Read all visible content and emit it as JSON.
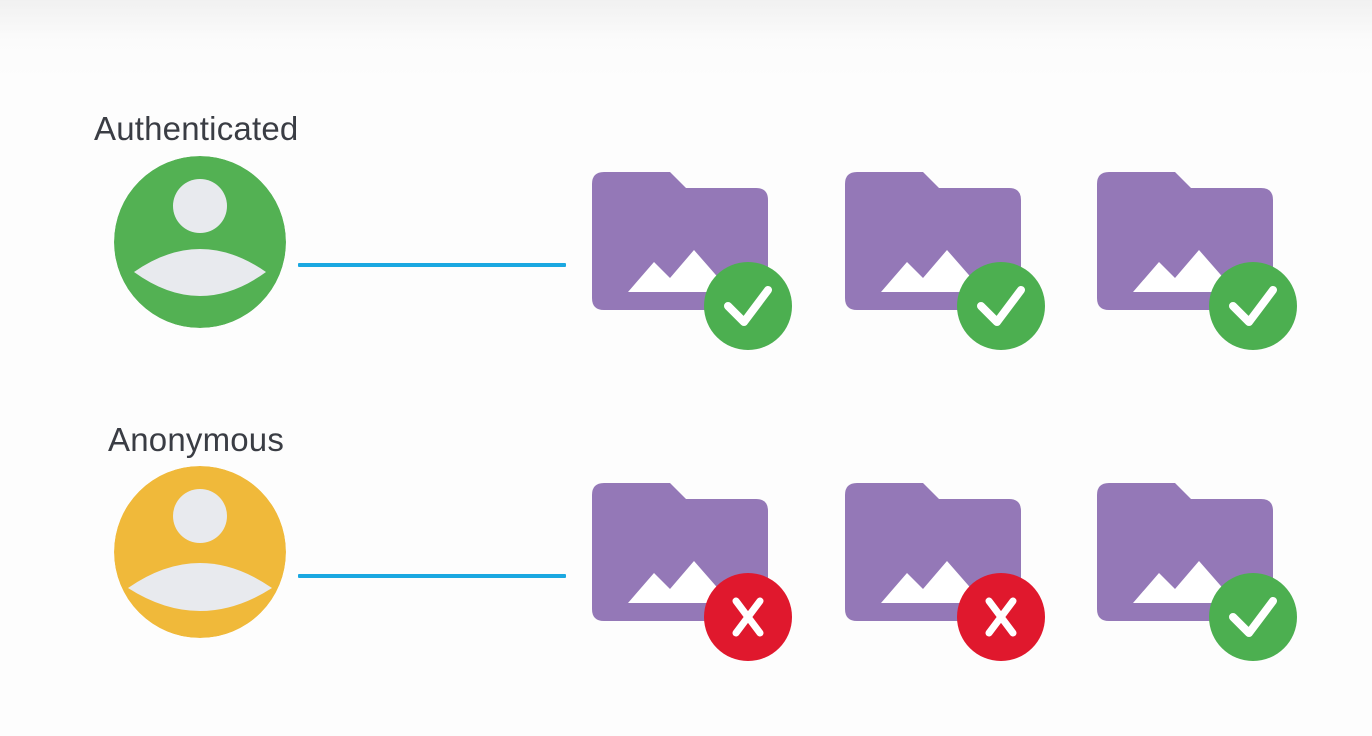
{
  "colors": {
    "authenticated_avatar": "#53b153",
    "anonymous_avatar": "#f0b93a",
    "avatar_figure": "#e8eaee",
    "connector_line": "#1ba8e1",
    "folder": "#9478b7",
    "granted_badge": "#4caf50",
    "denied_badge": "#e0182d"
  },
  "rows": [
    {
      "label": "Authenticated",
      "avatar_icon": "user-avatar-icon",
      "folders": [
        {
          "icon": "image-folder-icon",
          "access": "granted",
          "badge_icon": "checkmark-icon"
        },
        {
          "icon": "image-folder-icon",
          "access": "granted",
          "badge_icon": "checkmark-icon"
        },
        {
          "icon": "image-folder-icon",
          "access": "granted",
          "badge_icon": "checkmark-icon"
        }
      ]
    },
    {
      "label": "Anonymous",
      "avatar_icon": "user-avatar-icon",
      "folders": [
        {
          "icon": "image-folder-icon",
          "access": "denied",
          "badge_icon": "x-icon"
        },
        {
          "icon": "image-folder-icon",
          "access": "denied",
          "badge_icon": "x-icon"
        },
        {
          "icon": "image-folder-icon",
          "access": "granted",
          "badge_icon": "checkmark-icon"
        }
      ]
    }
  ]
}
